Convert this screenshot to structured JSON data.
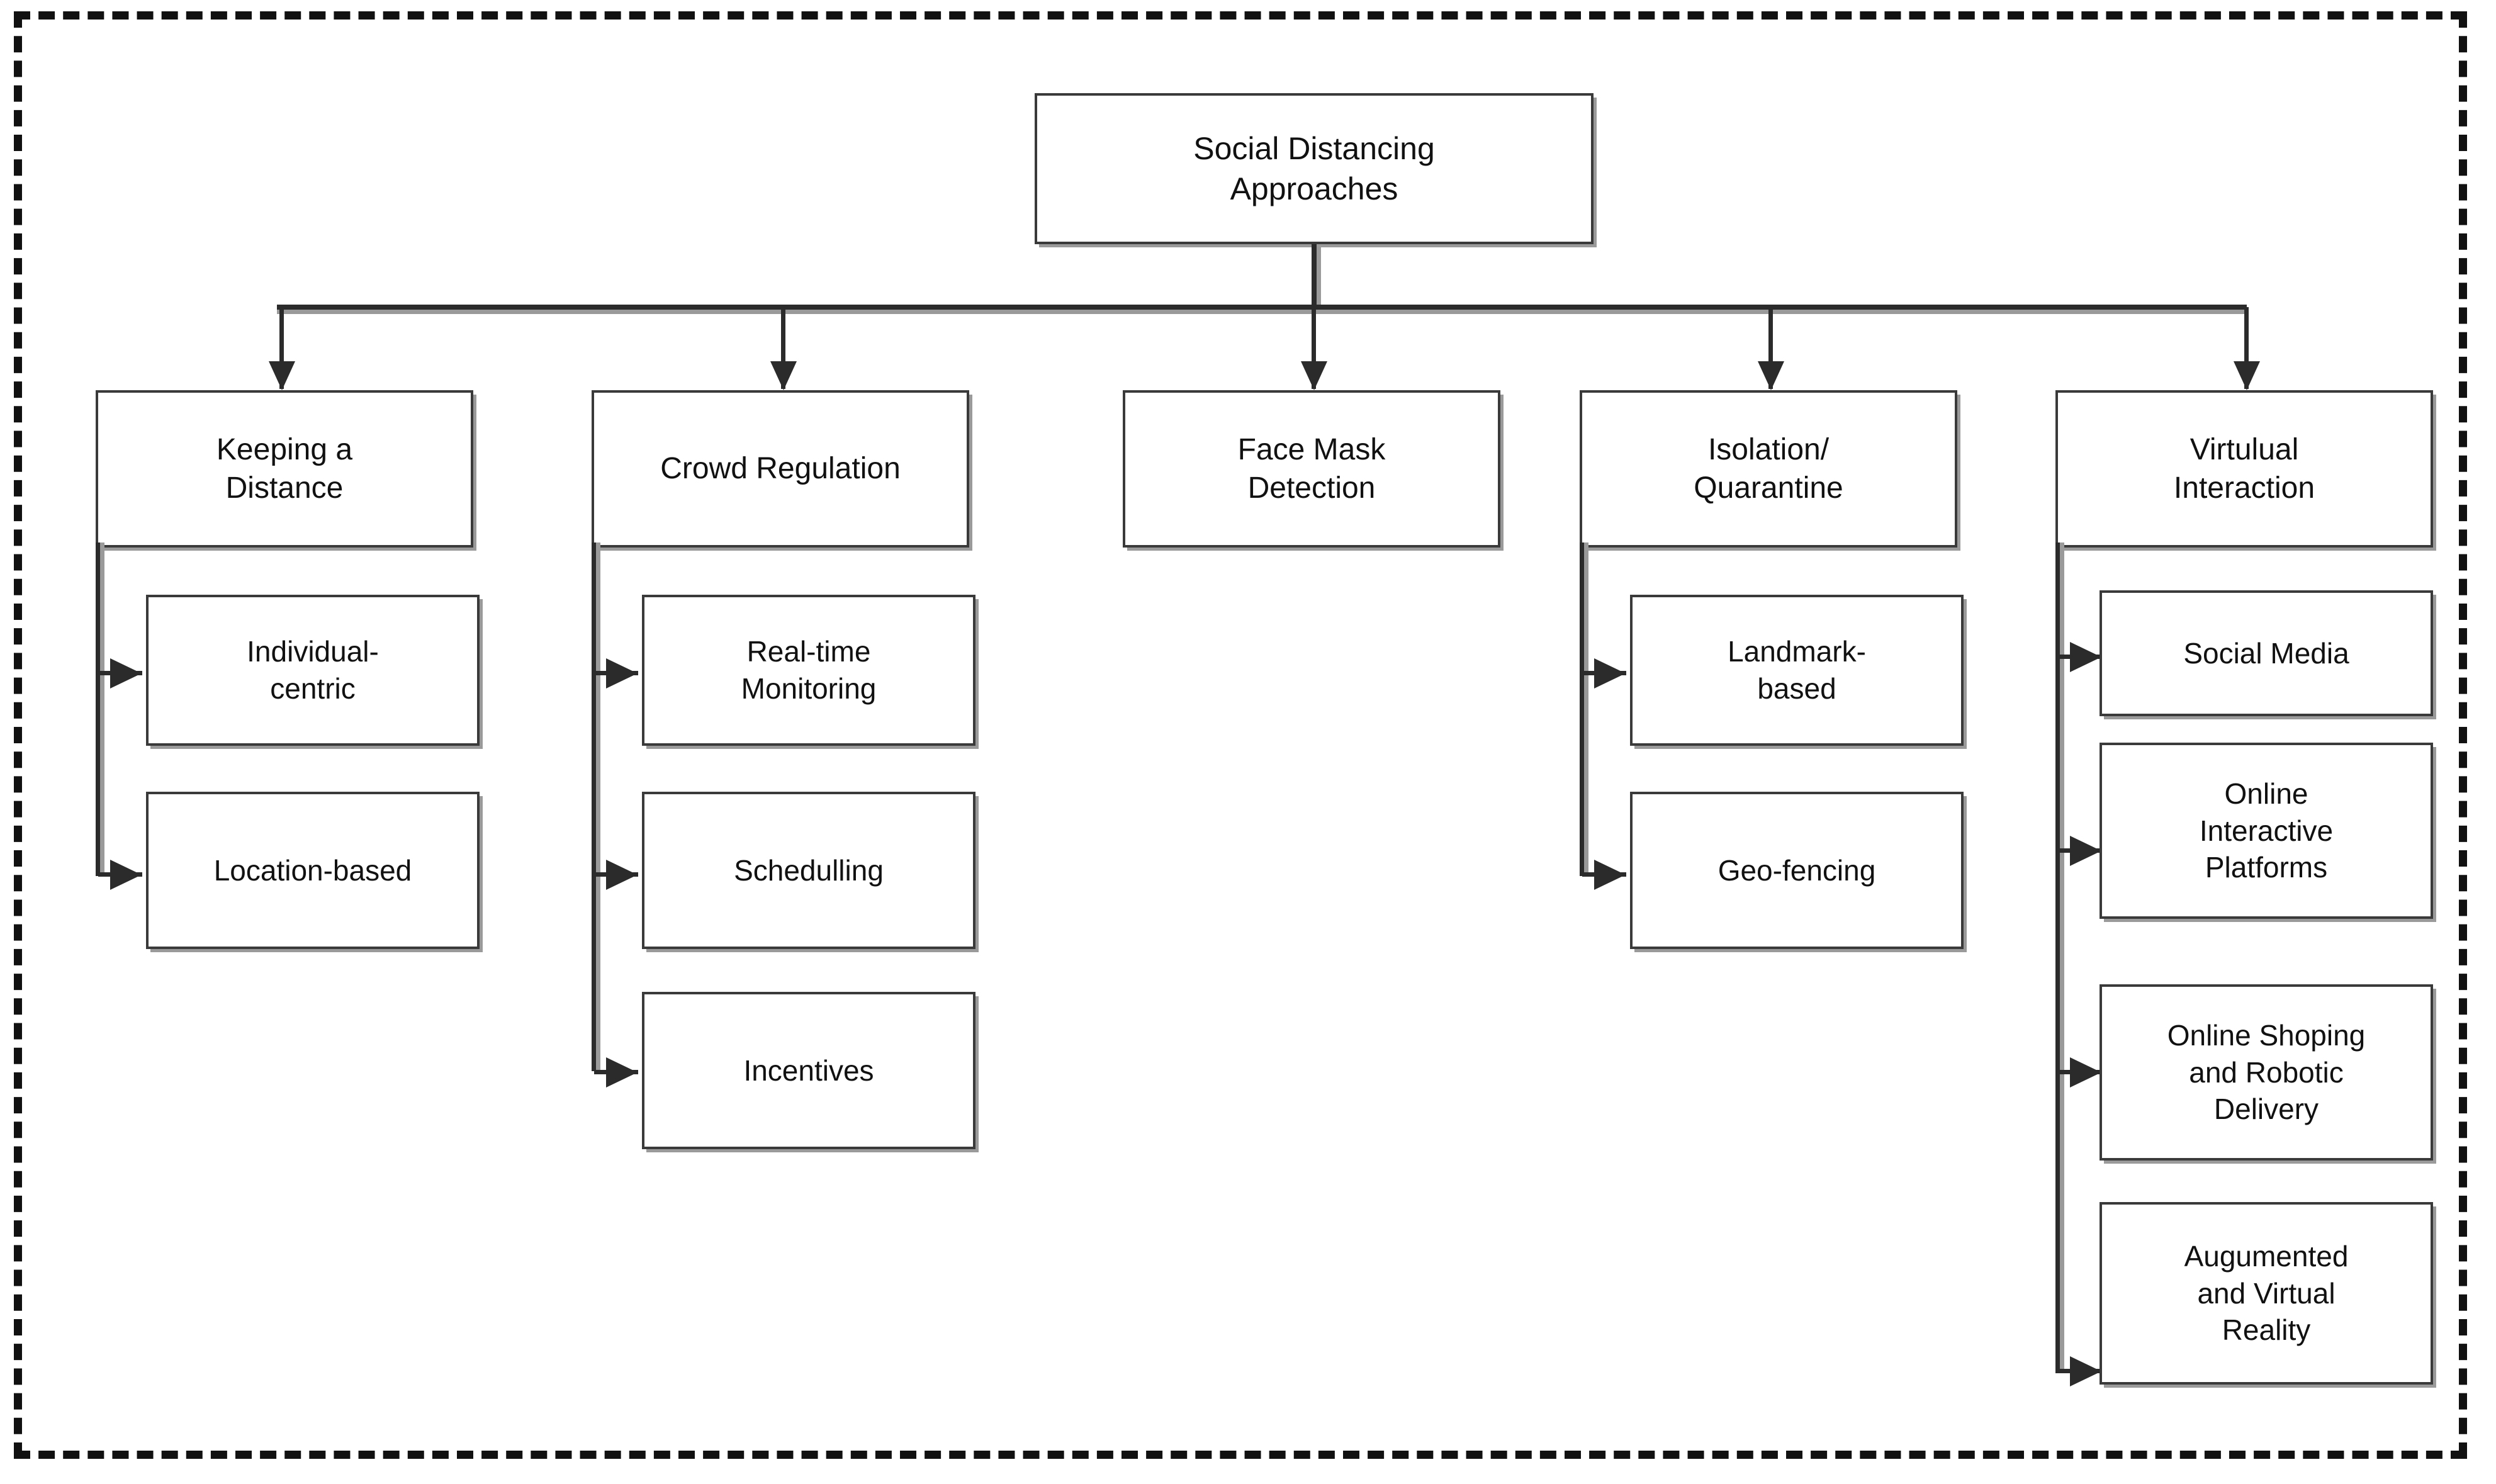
{
  "diagram": {
    "title": "Social Distancing Approaches taxonomy",
    "frame_style": "dashed",
    "root": {
      "label": "Social Distancing\nApproaches"
    },
    "branches": [
      {
        "label": "Keeping a\nDistance",
        "children": [
          {
            "label": "Individual-\ncentric"
          },
          {
            "label": "Location-based"
          }
        ]
      },
      {
        "label": "Crowd Regulation",
        "children": [
          {
            "label": "Real-time\nMonitoring"
          },
          {
            "label": "Schedulling"
          },
          {
            "label": "Incentives"
          }
        ]
      },
      {
        "label": "Face Mask\nDetection",
        "children": []
      },
      {
        "label": "Isolation/\nQuarantine",
        "children": [
          {
            "label": "Landmark-\nbased"
          },
          {
            "label": "Geo-fencing"
          }
        ]
      },
      {
        "label": "Virtulual\nInteraction",
        "children": [
          {
            "label": "Social Media"
          },
          {
            "label": "Online\nInteractive\nPlatforms"
          },
          {
            "label": "Online Shoping\nand Robotic\nDelivery"
          },
          {
            "label": "Augumented\nand Virtual\nReality"
          }
        ]
      }
    ],
    "colors": {
      "line": "#2b2b2b",
      "line_shadow": "#9a9a9a",
      "box_border": "#3a3a3a",
      "box_fill": "#ffffff",
      "text": "#111111",
      "frame": "#111111"
    }
  }
}
